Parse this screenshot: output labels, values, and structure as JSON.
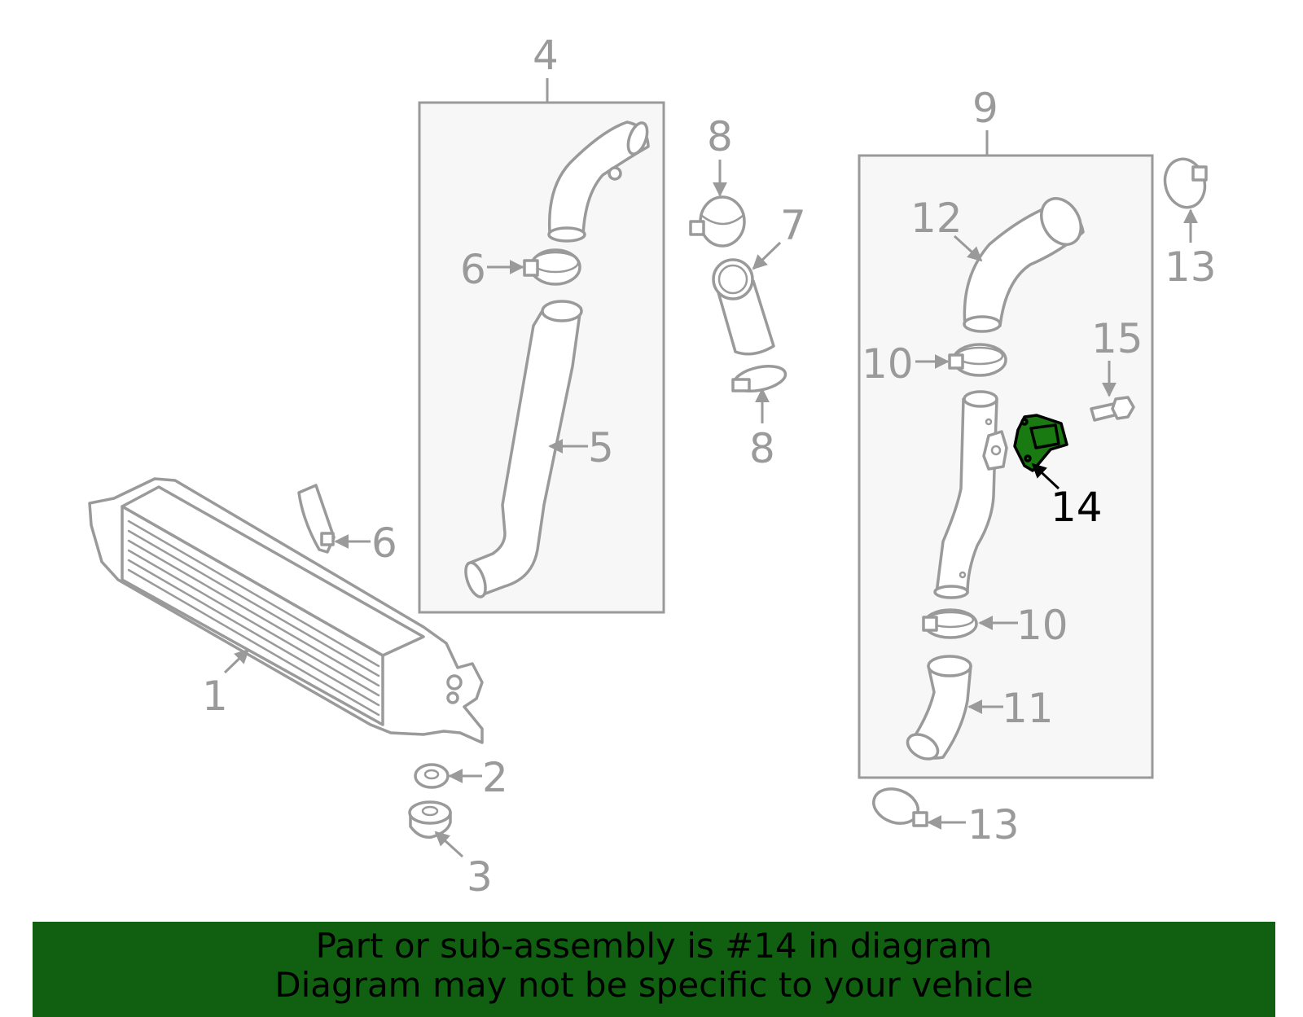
{
  "diagram": {
    "highlight_color": "#1a7a12",
    "line_color": "#9a9a9a",
    "highlighted_part": "14",
    "callouts": {
      "c1": "1",
      "c2": "2",
      "c3": "3",
      "c4": "4",
      "c5": "5",
      "c6a": "6",
      "c6b": "6",
      "c7": "7",
      "c8a": "8",
      "c8b": "8",
      "c9": "9",
      "c10a": "10",
      "c10b": "10",
      "c11": "11",
      "c12": "12",
      "c13a": "13",
      "c13b": "13",
      "c14": "14",
      "c15": "15"
    }
  },
  "banner": {
    "line1": "Part or sub-assembly is #14 in diagram",
    "line2": "Diagram may not be specific to your vehicle",
    "background": "#116011"
  }
}
